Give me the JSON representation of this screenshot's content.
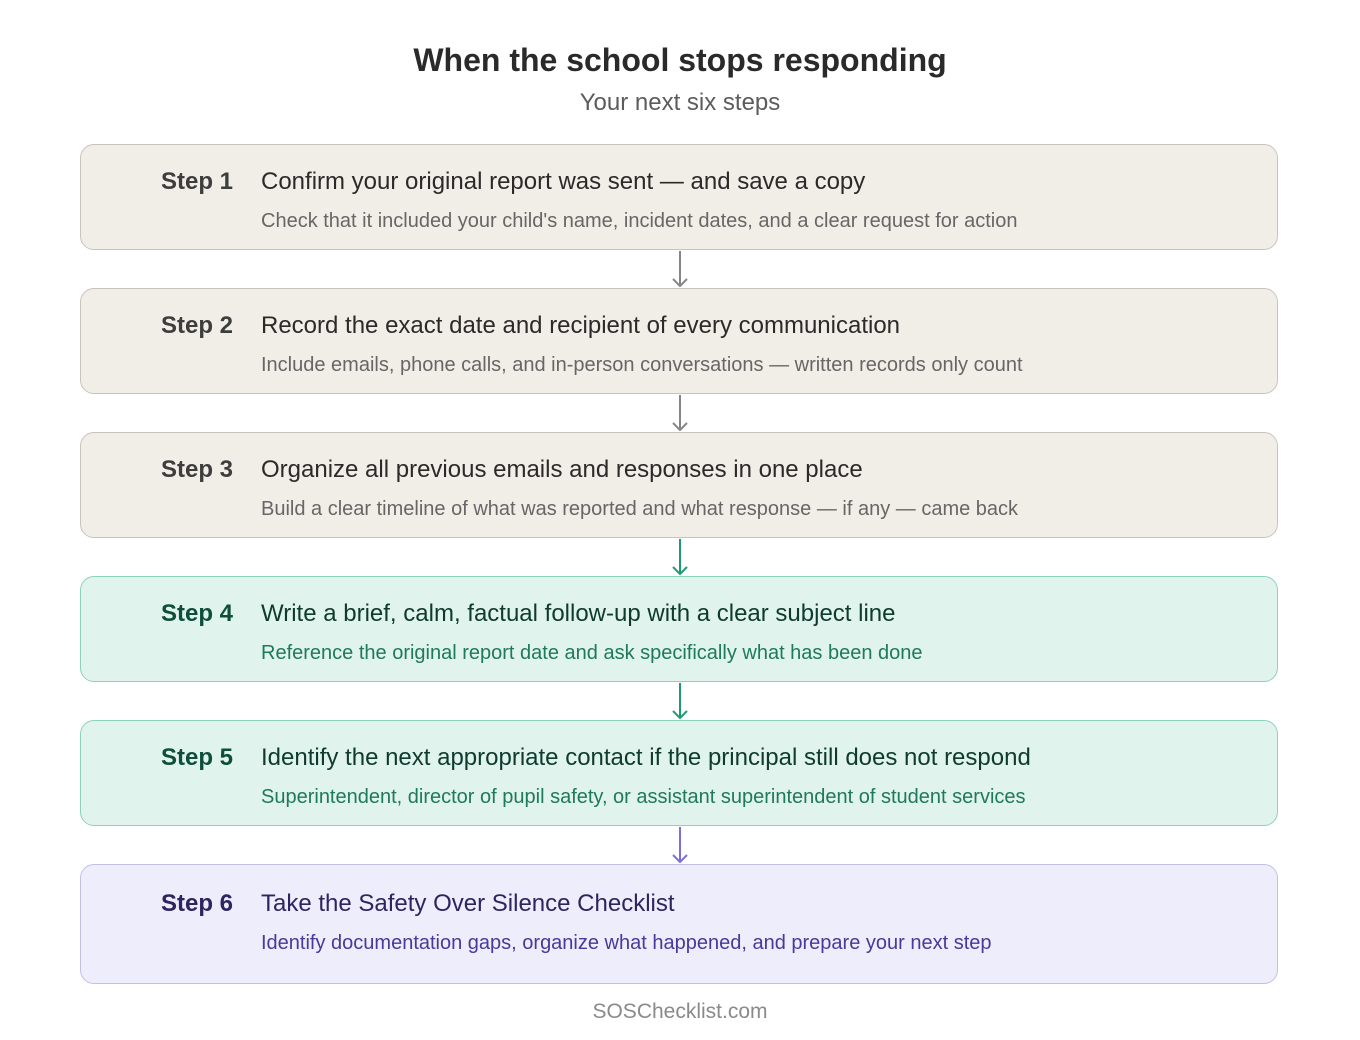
{
  "header": {
    "title": "When the school stops responding",
    "subtitle": "Your next six steps"
  },
  "steps": [
    {
      "label": "Step 1",
      "title": "Confirm your original report was sent — and save a copy",
      "description": "Check that it included your child's name, incident dates, and a clear request for action"
    },
    {
      "label": "Step 2",
      "title": "Record the exact date and recipient of every communication",
      "description": "Include emails, phone calls, and in-person conversations — written records only count"
    },
    {
      "label": "Step 3",
      "title": "Organize all previous emails and responses in one place",
      "description": "Build a clear timeline of what was reported and what response — if any — came back"
    },
    {
      "label": "Step 4",
      "title": "Write a brief, calm, factual follow-up with a clear subject line",
      "description": "Reference the original report date and ask specifically what has been done"
    },
    {
      "label": "Step 5",
      "title": "Identify the next appropriate contact if the principal still does not respond",
      "description": "Superintendent, director of pupil safety, or assistant superintendent of student services"
    },
    {
      "label": "Step 6",
      "title": "Take the Safety Over Silence Checklist",
      "description": "Identify documentation gaps, organize what happened, and prepare your next step"
    }
  ],
  "colors": {
    "neutral_arrow": "#858585",
    "teal_arrow": "#1f9a70",
    "purple_arrow": "#7b6fd6"
  },
  "footer": {
    "text": "SOSChecklist.com"
  }
}
